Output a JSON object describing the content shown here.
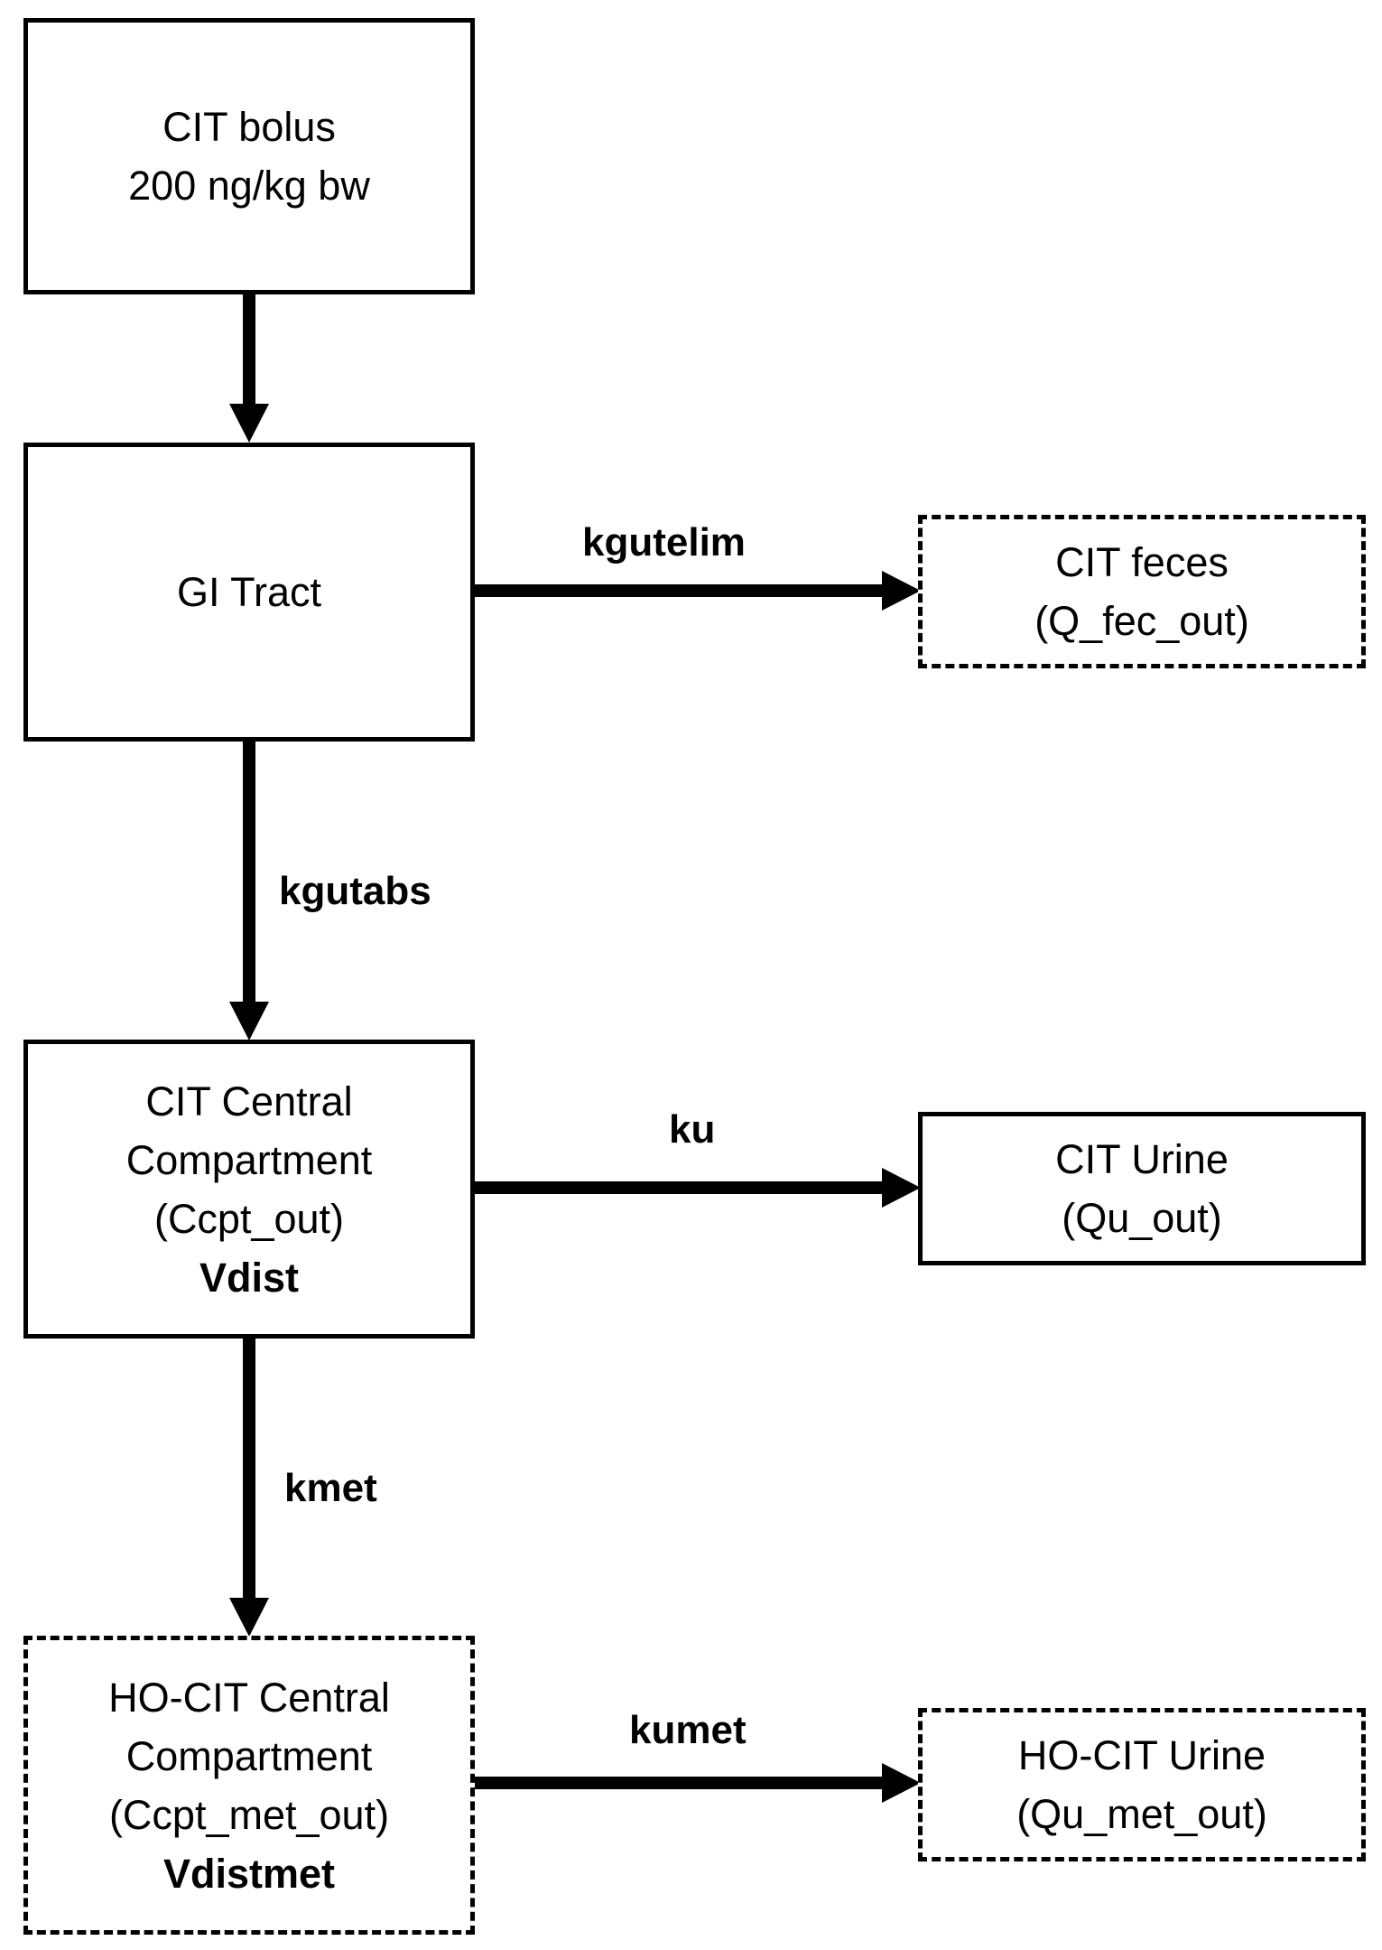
{
  "boxes": {
    "bolus": {
      "line1": "CIT bolus",
      "line2": "200 ng/kg bw"
    },
    "gi_tract": {
      "line1": "GI Tract"
    },
    "feces": {
      "line1": "CIT feces",
      "line2": "(Q_fec_out)"
    },
    "central": {
      "line1": "CIT Central",
      "line2": "Compartment",
      "line3": "(Ccpt_out)",
      "line4": "Vdist"
    },
    "urine": {
      "line1": "CIT Urine",
      "line2": "(Qu_out)"
    },
    "ho_central": {
      "line1": "HO-CIT Central",
      "line2": "Compartment",
      "line3": "(Ccpt_met_out)",
      "line4": "Vdistmet"
    },
    "ho_urine": {
      "line1": "HO-CIT Urine",
      "line2": "(Qu_met_out)"
    }
  },
  "rates": {
    "kgutelim": "kgutelim",
    "kgutabs": "kgutabs",
    "ku": "ku",
    "kmet": "kmet",
    "kumet": "kumet"
  }
}
